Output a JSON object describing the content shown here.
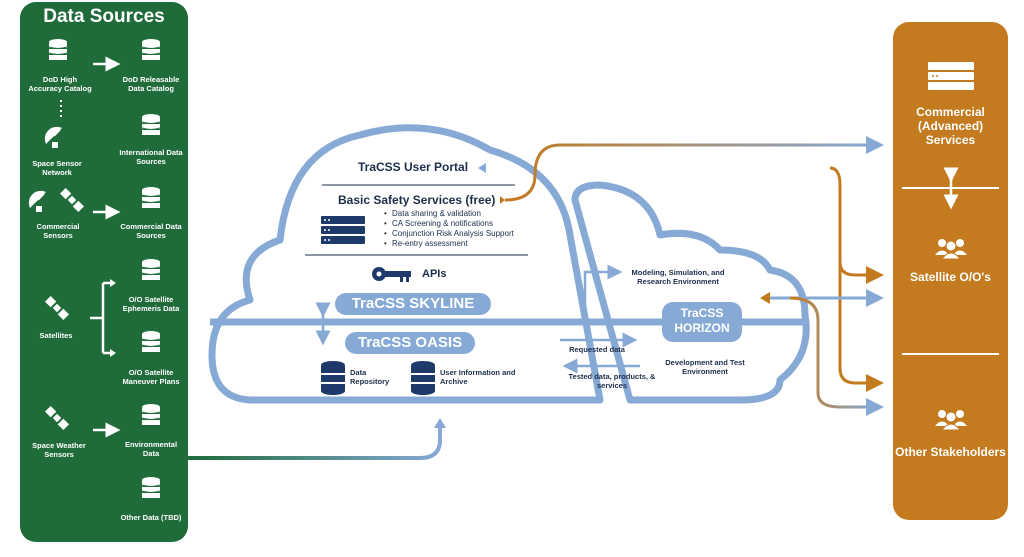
{
  "data_sources": {
    "title": "Data Sources",
    "items": [
      {
        "label": "DoD High Accuracy Catalog",
        "icon": "database-icon"
      },
      {
        "label": "DoD Releasable Data Catalog",
        "icon": "database-icon"
      },
      {
        "label": "Space Sensor Network",
        "icon": "radar-dish-icon"
      },
      {
        "label": "International Data Sources",
        "icon": "database-icon"
      },
      {
        "label": "Commercial Sensors",
        "icon": "satellite-icon"
      },
      {
        "label": "Commercial Data Sources",
        "icon": "database-icon"
      },
      {
        "label": "Satellites",
        "icon": "satellite-icon"
      },
      {
        "label": "O/O Satellite Ephemeris Data",
        "icon": "database-icon"
      },
      {
        "label": "O/O Satellite Maneuver Plans",
        "icon": "database-icon"
      },
      {
        "label": "Space Weather Sensors",
        "icon": "satellite-icon"
      },
      {
        "label": "Environmental Data",
        "icon": "database-icon"
      },
      {
        "label": "Other Data (TBD)",
        "icon": "database-icon"
      }
    ]
  },
  "cloud": {
    "user_portal": "TraCSS User Portal",
    "basic_safety_title": "Basic Safety Services (free)",
    "basic_safety_items": [
      "Data sharing & validation",
      "CA Screening & notifications",
      "Conjunction Risk Analysis Support",
      "Re-entry assessment"
    ],
    "apis": "APIs",
    "skyline": "TraCSS SKYLINE",
    "oasis": "TraCSS OASIS",
    "data_repository": "Data Repository",
    "user_info_archive": "User Information and Archive"
  },
  "horizon": {
    "title_line1": "TraCSS",
    "title_line2": "HORIZON",
    "modeling": "Modeling, Simulation, and Research Environment",
    "dev_test": "Development and Test Environment",
    "requested_data": "Requested data",
    "tested_data": "Tested data, products, & services"
  },
  "stakeholders": {
    "commercial": "Commercial (Advanced) Services",
    "satellite_oos": "Satellite O/O's",
    "other": "Other Stakeholders"
  },
  "colors": {
    "green_panel": "#1f6b3a",
    "orange_panel": "#c47a1e",
    "cloud_blue": "#86a9d6",
    "text_navy": "#1c2e4a"
  }
}
